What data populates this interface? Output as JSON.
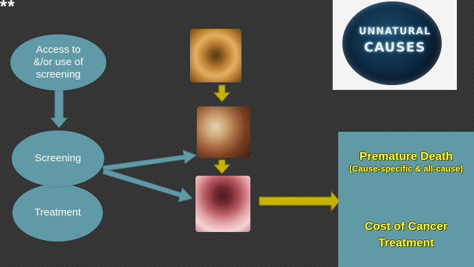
{
  "corner_mark": "**",
  "nodes": {
    "access": [
      "Access to",
      "&/or use of",
      "screening"
    ],
    "screening": "Screening",
    "treatment": "Treatment"
  },
  "images": [
    "colonoscopy-normal-photo",
    "colonoscopy-polyp-photo",
    "colonoscopy-cancer-photo"
  ],
  "unnatural_causes": {
    "line1": "UNNATURAL",
    "line2": "CAUSES"
  },
  "outcomes": {
    "premature_death": "Premature Death",
    "cause_note": "(Cause-specific & all-cause)",
    "cost_line1": "Cost of Cancer",
    "cost_line2": "Treatment"
  },
  "colors": {
    "background": "#333333",
    "node_fill": "#5f9aa6",
    "arrow_fill": "#5f9aa6",
    "progression_arrow": "#c8b400",
    "emphasis_text": "#ffff33"
  }
}
